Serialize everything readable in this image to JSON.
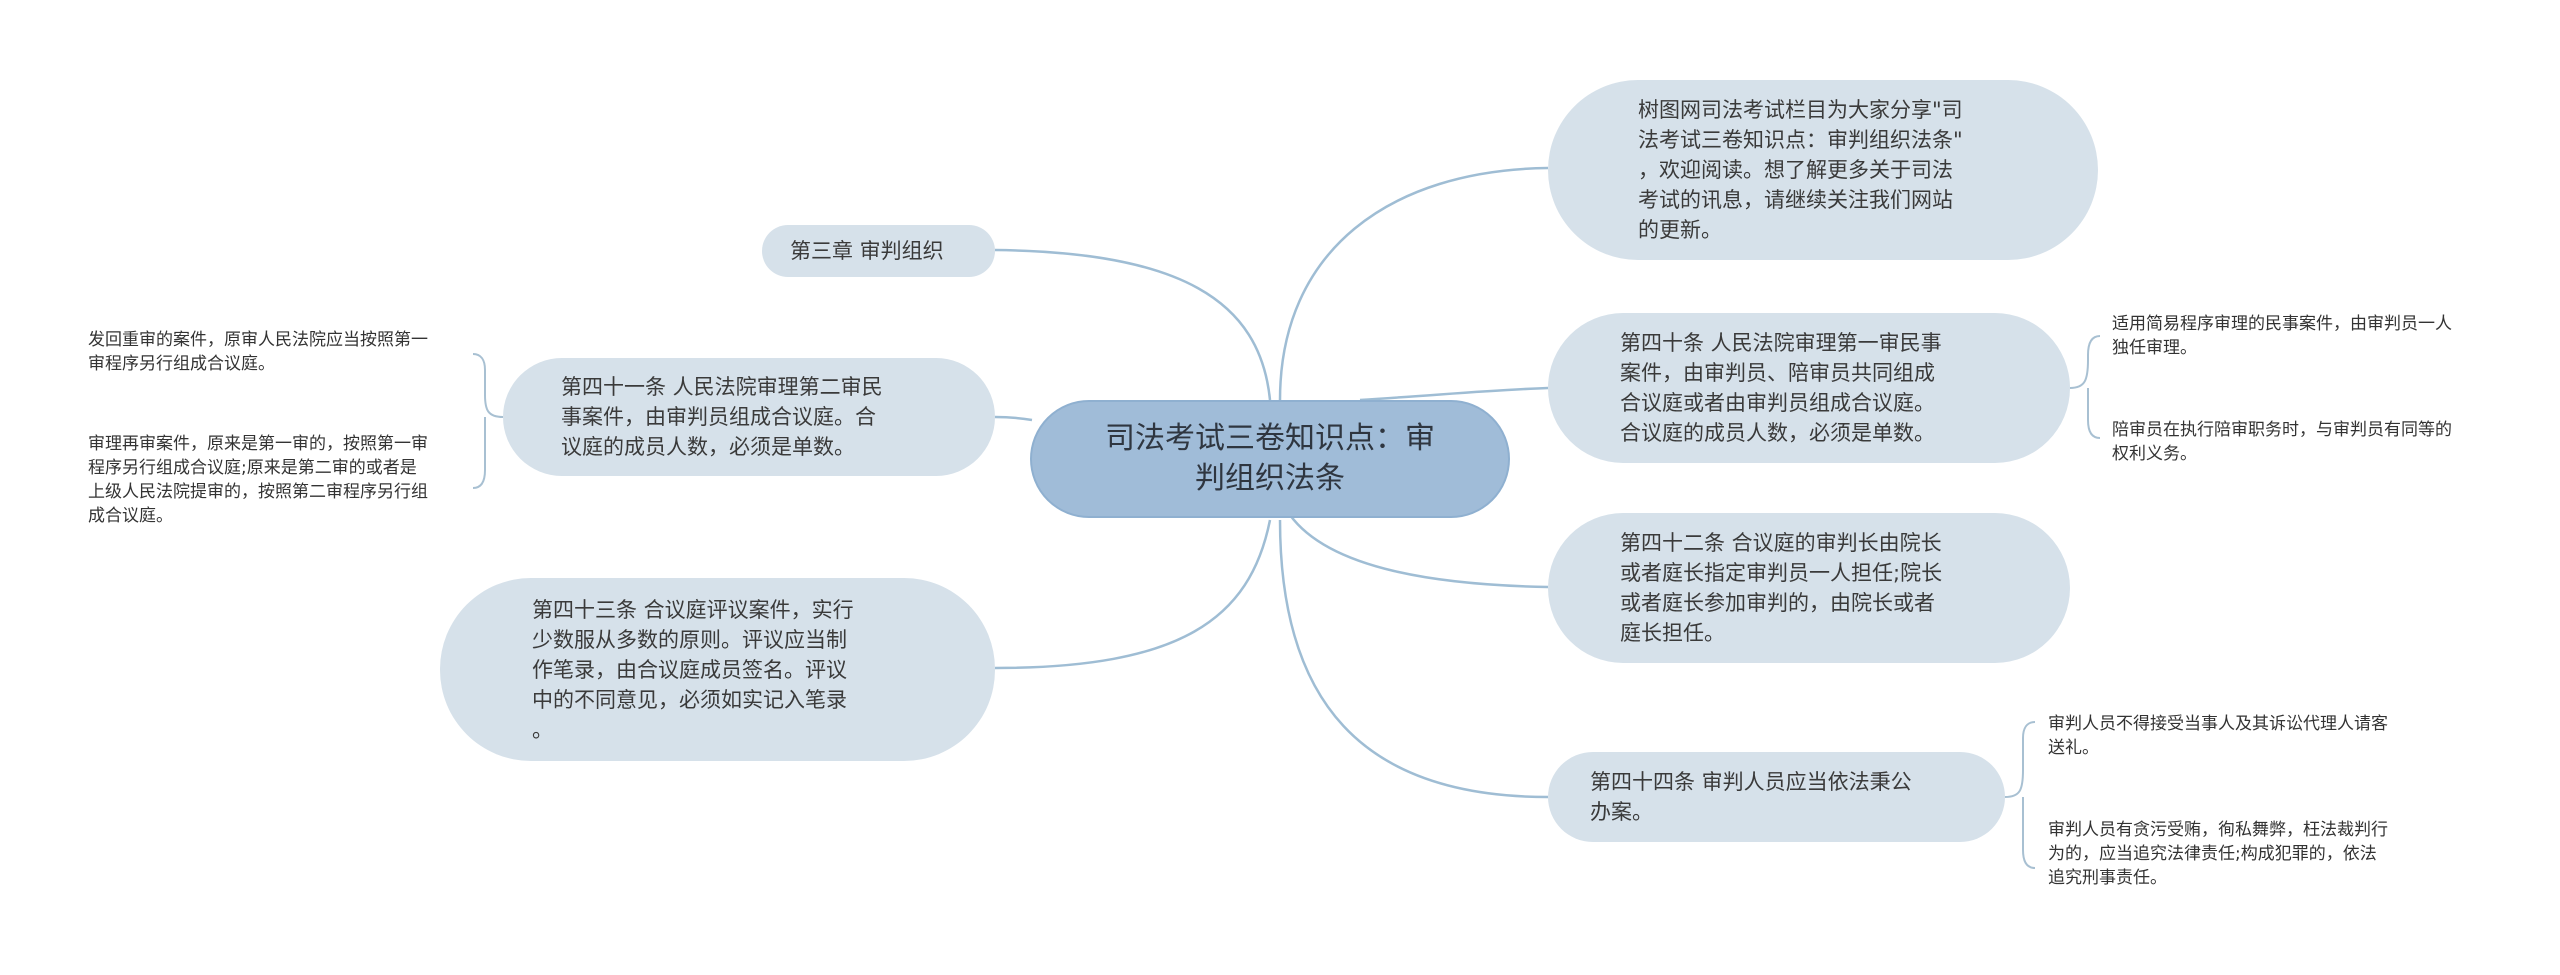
{
  "root": {
    "text": "司法考试三卷知识点：审\n判组织法条"
  },
  "right_nodes": [
    {
      "id": "intro",
      "text": "树图网司法考试栏目为大家分享\"司\n法考试三卷知识点：审判组织法条\"\n，欢迎阅读。想了解更多关于司法\n考试的讯息，请继续关注我们网站\n的更新。"
    },
    {
      "id": "art40",
      "text": "第四十条 人民法院审理第一审民事\n案件，由审判员、陪审员共同组成\n合议庭或者由审判员组成合议庭。\n合议庭的成员人数，必须是单数。"
    },
    {
      "id": "art42",
      "text": "第四十二条 合议庭的审判长由院长\n或者庭长指定审判员一人担任;院长\n或者庭长参加审判的，由院长或者\n庭长担任。"
    },
    {
      "id": "art44",
      "text": "第四十四条 审判人员应当依法秉公\n办案。"
    }
  ],
  "left_nodes": [
    {
      "id": "ch3",
      "text": "第三章 审判组织"
    },
    {
      "id": "art41",
      "text": "第四十一条 人民法院审理第二审民\n事案件，由审判员组成合议庭。合\n议庭的成员人数，必须是单数。"
    },
    {
      "id": "art43",
      "text": "第四十三条 合议庭评议案件，实行\n少数服从多数的原则。评议应当制\n作笔录，由合议庭成员签名。评议\n中的不同意见，必须如实记入笔录\n。"
    }
  ],
  "leaves": {
    "art40": [
      "适用简易程序审理的民事案件，由审判员一人\n独任审理。",
      "陪审员在执行陪审职务时，与审判员有同等的\n权利义务。"
    ],
    "art41": [
      "发回重审的案件，原审人民法院应当按照第一\n审程序另行组成合议庭。",
      "审理再审案件，原来是第一审的，按照第一审\n程序另行组成合议庭;原来是第二审的或者是\n上级人民法院提审的，按照第二审程序另行组\n成合议庭。"
    ],
    "art44": [
      "审判人员不得接受当事人及其诉讼代理人请客\n送礼。",
      "审判人员有贪污受贿，徇私舞弊，枉法裁判行\n为的，应当追究法律责任;构成犯罪的，依法\n追究刑事责任。"
    ]
  },
  "colors": {
    "root_fill": "#a0bcd8",
    "node_fill": "#d6e1ea",
    "line": "#9fbdd4"
  }
}
